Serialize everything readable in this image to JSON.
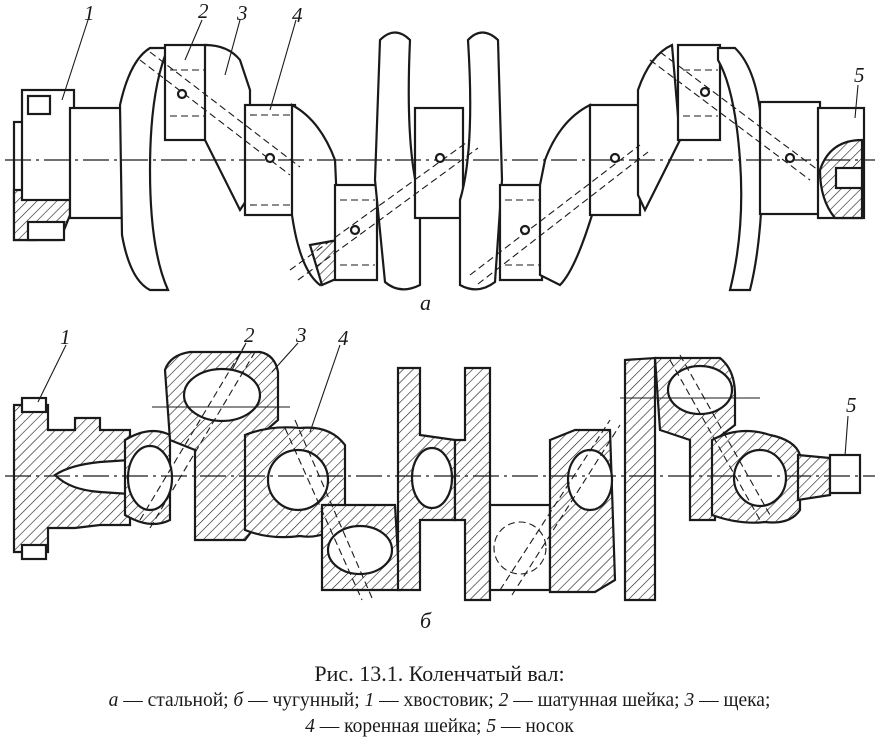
{
  "figure": {
    "top": {
      "sublabel": "а",
      "callouts": [
        "1",
        "2",
        "3",
        "4",
        "5"
      ]
    },
    "bottom": {
      "sublabel": "б",
      "callouts": [
        "1",
        "2",
        "3",
        "4",
        "5"
      ]
    }
  },
  "caption": {
    "title": "Рис. 13.1. Коленчатый вал:",
    "line1": [
      {
        "key": "а",
        "text": " — стальной; "
      },
      {
        "key": "б",
        "text": " — чугунный; "
      },
      {
        "key": "1",
        "text": " — хвостовик; "
      },
      {
        "key": "2",
        "text": " — шатунная шейка; "
      },
      {
        "key": "3",
        "text": " — щека;"
      }
    ],
    "line2": [
      {
        "key": "4",
        "text": " — коренная шейка; "
      },
      {
        "key": "5",
        "text": " — носок"
      }
    ]
  }
}
